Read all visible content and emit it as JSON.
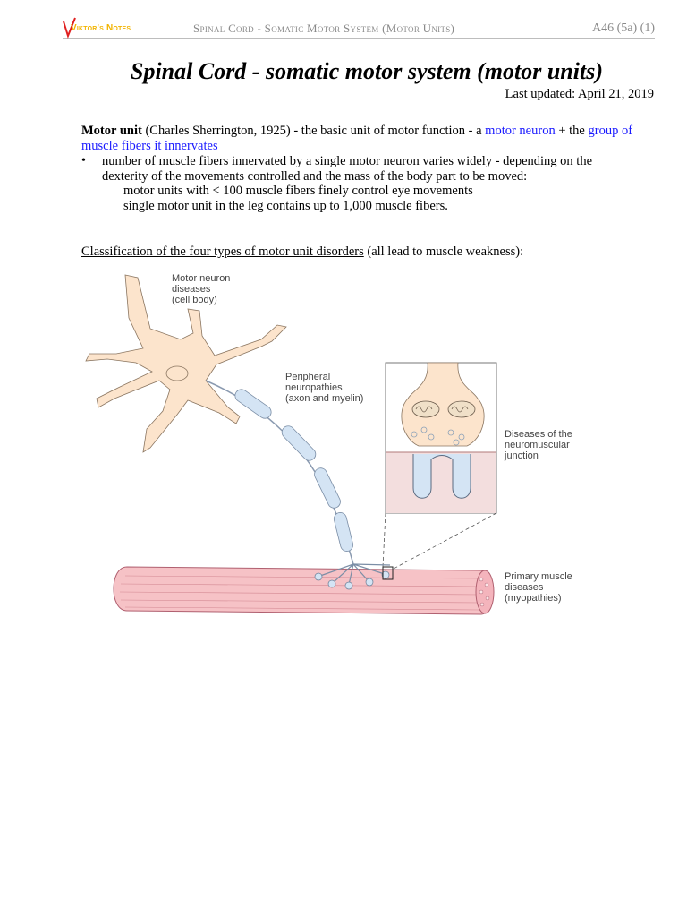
{
  "header": {
    "logo": "Viktor's Notes",
    "title": "Spinal Cord - Somatic Motor System (Motor Units)",
    "page_ref": "A46 (5a) (1)"
  },
  "doc": {
    "title": "Spinal Cord - somatic motor system (motor units)",
    "updated": "Last updated: April 21, 2019"
  },
  "motor_unit": {
    "term": "Motor unit",
    "text1": " (Charles Sherrington, 1925) - the basic unit of motor function - a ",
    "link1": "motor neuron",
    "text2": " + the ",
    "link2": "group of muscle fibers it innervates"
  },
  "bullet": {
    "text": "number of muscle fibers innervated by a single motor neuron varies widely - depending on the dexterity of the movements controlled and the mass of the body part to be moved:",
    "sub1": "motor units with < 100 muscle fibers finely control eye movements",
    "sub2": "single motor unit in the leg contains up to 1,000 muscle fibers."
  },
  "classification": {
    "underlined": "Classification of the four types of motor unit disorders",
    "rest": " (all lead to muscle weakness):"
  },
  "figure": {
    "label1": [
      "Motor neuron",
      "diseases",
      "(cell body)"
    ],
    "label2": [
      "Peripheral",
      "neuropathies",
      "(axon and myelin)"
    ],
    "label3": [
      "Diseases of the",
      "neuromuscular",
      "junction"
    ],
    "label4": [
      "Primary muscle",
      "diseases",
      "(myopathies)"
    ],
    "colors": {
      "cell": "#fce4cc",
      "myelin": "#d4e4f4",
      "muscle": "#f6c2c6",
      "synapse_bg": "#f3dede"
    }
  }
}
